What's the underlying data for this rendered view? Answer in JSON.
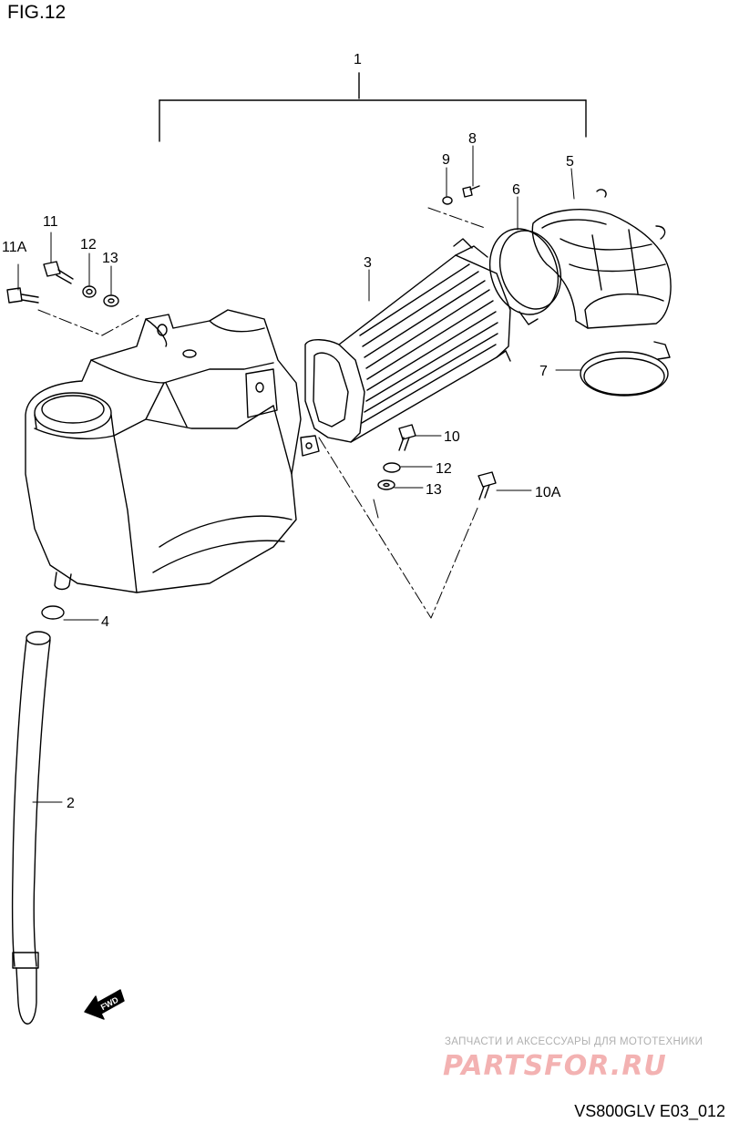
{
  "figure_title": "FIG.12",
  "callouts": {
    "c1": "1",
    "c2": "2",
    "c3": "3",
    "c4": "4",
    "c5": "5",
    "c6": "6",
    "c7": "7",
    "c8": "8",
    "c9": "9",
    "c10": "10",
    "c10a": "10A",
    "c11": "11",
    "c11a": "11A",
    "c12a": "12",
    "c12b": "12",
    "c13a": "13",
    "c13b": "13"
  },
  "direction_arrow_label": "FWD",
  "watermark": {
    "tagline": "ЗАПЧАСТИ И АКСЕССУАРЫ ДЛЯ МОТОТЕХНИКИ",
    "logo_text": "PARTSFOR.RU"
  },
  "diagram_code": "VS800GLV E03_012"
}
